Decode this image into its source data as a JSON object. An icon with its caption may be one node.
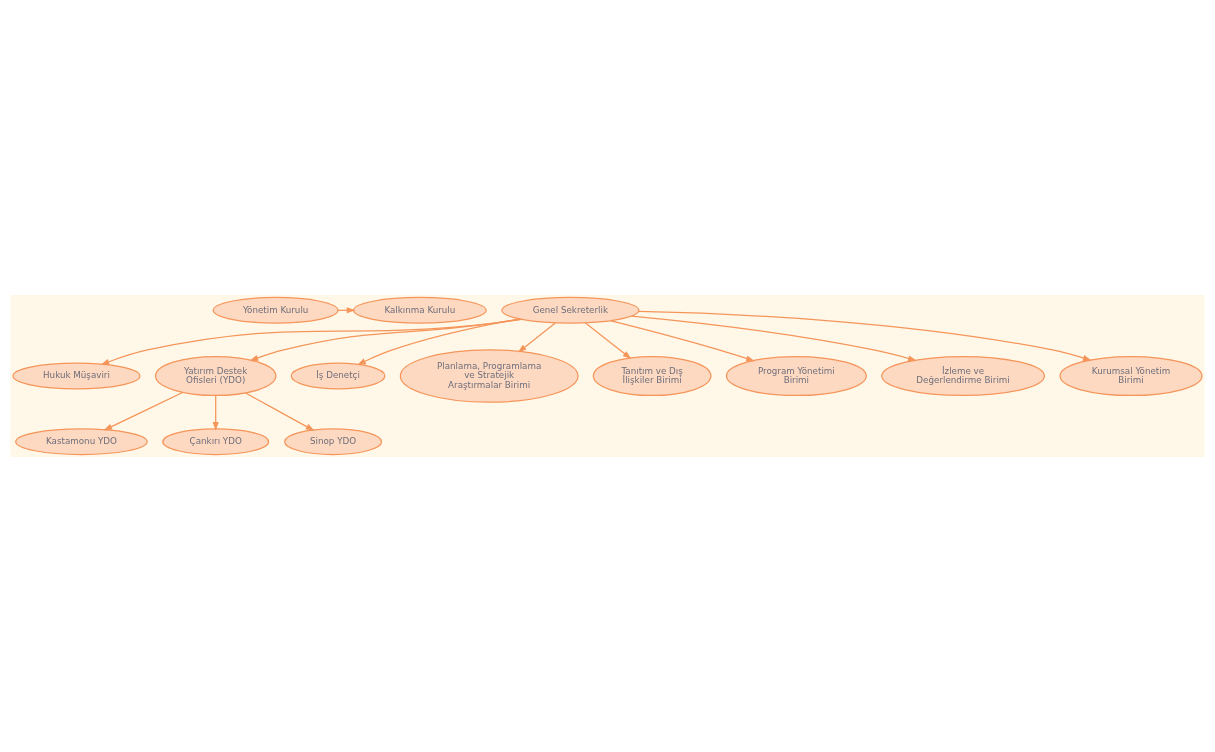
{
  "diagram": {
    "nodes": [
      {
        "text": [
          "Kalkınma Kurulu"
        ]
      },
      {
        "text": [
          "Yönetim Kurulu"
        ]
      },
      {
        "text": [
          "Genel Sekreterlik"
        ]
      },
      {
        "text": [
          "Kastamonu YDO"
        ]
      },
      {
        "text": [
          "Hukuk Müşaviri"
        ]
      },
      {
        "text": [
          "Çankırı YDO"
        ]
      },
      {
        "text": [
          "Yatırım Destek Ofisleri (YDO)"
        ]
      },
      {
        "text": [
          "İş Denetçi"
        ]
      },
      {
        "text": [
          "Sinop YDO"
        ]
      },
      {
        "text": [
          "Planlama, Programlama ve Stratejik Araştırmalar Birimi"
        ]
      },
      {
        "text": [
          "Tanıtım ve Dış İlişkiler Birimi"
        ]
      },
      {
        "text": [
          "Program Yönetimi Birimi"
        ]
      },
      {
        "text": [
          "İzleme ve Değerlendirme Birimi"
        ]
      },
      {
        "text": [
          "Kurumsal Yönetim Birimi"
        ]
      }
    ],
    "edges": [
      {
        "from": 1,
        "to": 0,
        "arrow": "to"
      },
      {
        "from": 2,
        "to": 4,
        "arrow": "to"
      },
      {
        "from": 2,
        "to": 7,
        "arrow": "to"
      },
      {
        "from": 2,
        "to": 6,
        "arrow": "to"
      },
      {
        "from": 6,
        "to": 3,
        "arrow": "to"
      },
      {
        "from": 6,
        "to": 5,
        "arrow": "to"
      },
      {
        "from": 6,
        "to": 8,
        "arrow": "to"
      },
      {
        "from": 2,
        "to": 9,
        "arrow": "to"
      },
      {
        "from": 2,
        "to": 10,
        "arrow": "to"
      },
      {
        "from": 2,
        "to": 11,
        "arrow": "to"
      },
      {
        "from": 2,
        "to": 12,
        "arrow": "to"
      },
      {
        "from": 2,
        "to": 13,
        "arrow": "to"
      }
    ]
  }
}
